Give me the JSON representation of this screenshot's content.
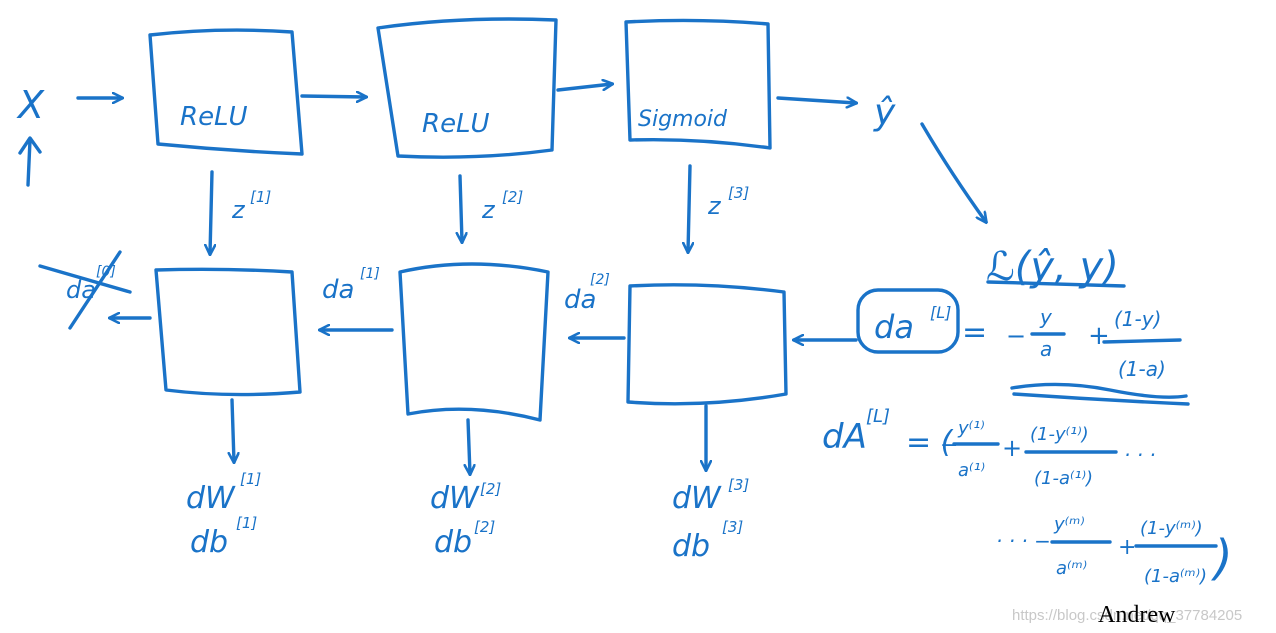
{
  "colors": {
    "ink": "#1a73c8",
    "background": "#ffffff"
  },
  "forward": {
    "input": "X",
    "boxes": [
      "ReLU",
      "ReLU",
      "Sigmoid"
    ],
    "output": "ŷ",
    "caches": [
      "z",
      "z",
      "z"
    ],
    "cache_sups": [
      "[1]",
      "[2]",
      "[3]"
    ]
  },
  "loss": {
    "text": "ℒ(ŷ, y)"
  },
  "backward": {
    "da_in": "da",
    "da_in_sup": "[L]",
    "da_labels": [
      "da",
      "da",
      "da"
    ],
    "da_sups": [
      "[0]",
      "[1]",
      "[2]"
    ],
    "dw_labels": [
      "dW",
      "dW",
      "dW"
    ],
    "dw_sups": [
      "[1]",
      "[2]",
      "[3]"
    ],
    "db_labels": [
      "db",
      "db",
      "db"
    ],
    "db_sups": [
      "[1]",
      "[2]",
      "[3]"
    ]
  },
  "formula1": {
    "eq": "=",
    "minus": "−",
    "frac1_num": "y",
    "frac1_den": "a",
    "plus": "+",
    "frac2_num": "(1-y)",
    "frac2_den": "(1-a)"
  },
  "formula2": {
    "lhs": "dA",
    "lhs_sup": "[L]",
    "eq": "= (",
    "minus": "−",
    "f1_num": "y⁽¹⁾",
    "f1_den": "a⁽¹⁾",
    "plus": "+",
    "f2_num": "(1-y⁽¹⁾)",
    "f2_den": "(1-a⁽¹⁾)",
    "dots": "· · ·",
    "line2_lead": "· · · −",
    "f3_num": "y⁽ᵐ⁾",
    "f3_den": "a⁽ᵐ⁾",
    "plus2": "+",
    "f4_num": "(1-y⁽ᵐ⁾)",
    "f4_den": "(1-a⁽ᵐ⁾)",
    "close": ")"
  },
  "credit": "Andrew",
  "watermark": "https://blog.csdn.net/qq_37784205"
}
